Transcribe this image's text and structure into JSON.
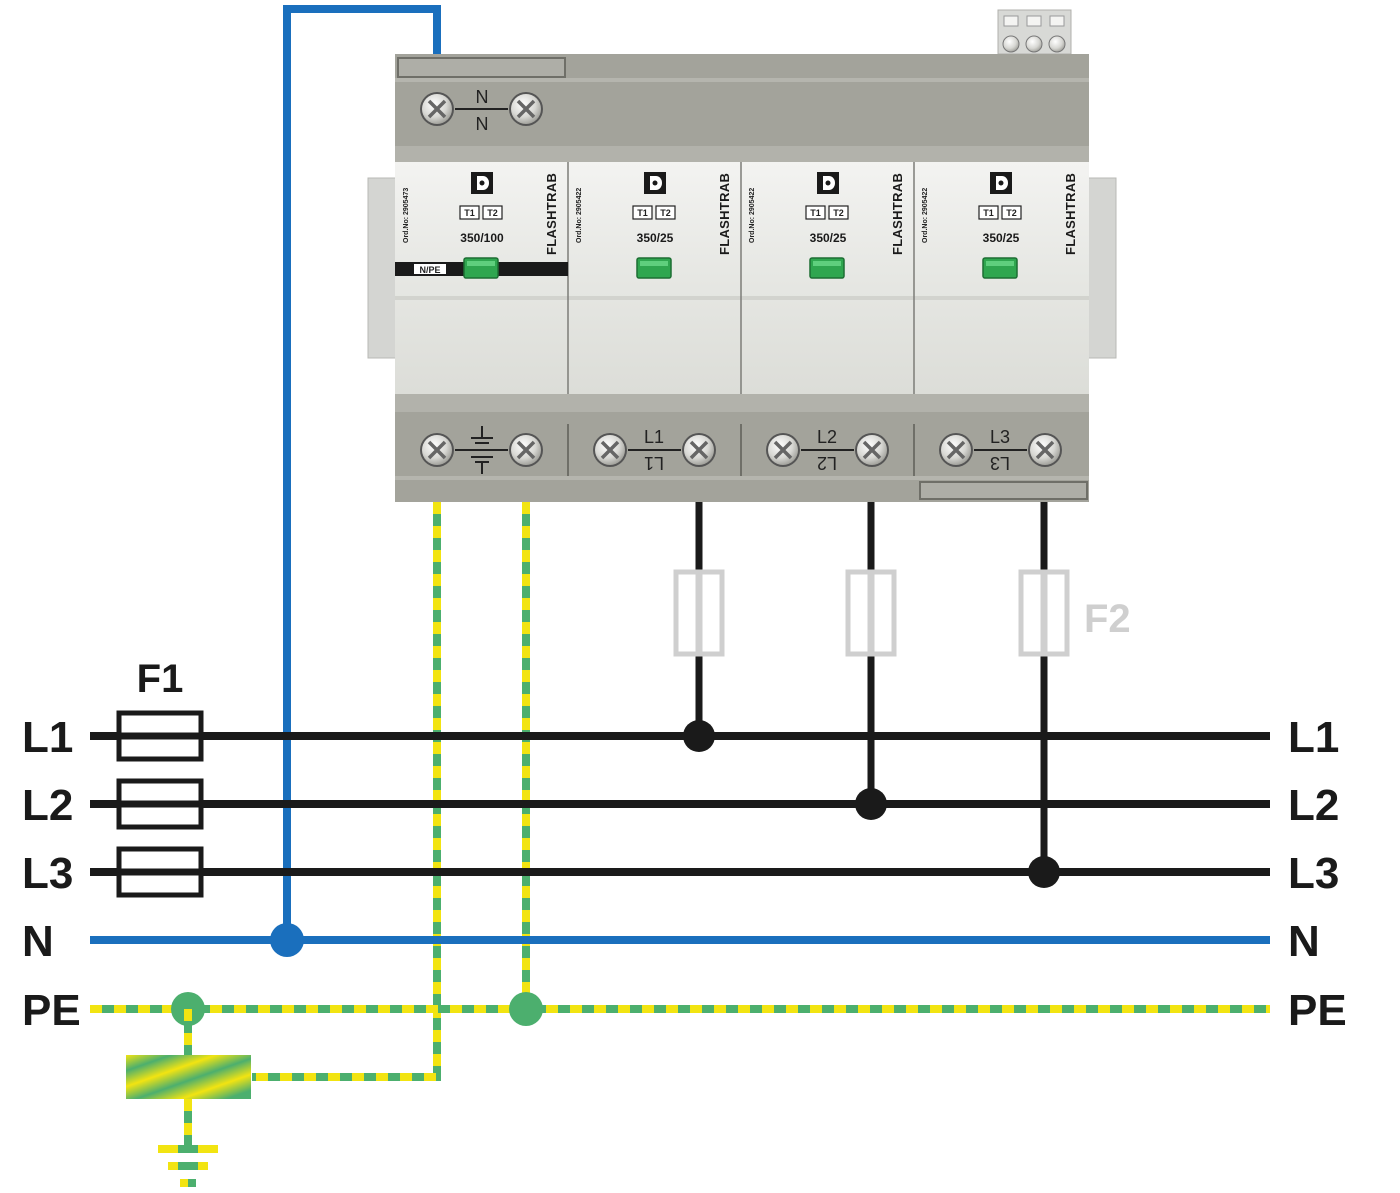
{
  "colors": {
    "phase": "#1a1a1a",
    "neutral": "#1a6fbd",
    "pe_green": "#4caf6e",
    "pe_yellow": "#f2e411",
    "housing": "#a3a39b",
    "module_face": "#e9eae6",
    "status_green": "#2fa64f",
    "fuse_f2": "#cfcfcf"
  },
  "bus_labels_left": [
    "L1",
    "L2",
    "L3",
    "N",
    "PE"
  ],
  "bus_labels_right": [
    "L1",
    "L2",
    "L3",
    "N",
    "PE"
  ],
  "fuse_f1_label": "F1",
  "fuse_f2_label": "F2",
  "device": {
    "top_terminal": {
      "upper": "N",
      "lower": "N"
    },
    "modules": [
      {
        "order_no": "Ord.No: 2905473",
        "rating": "350/100",
        "brand": "FLASHTRAB",
        "class_badges": [
          "T1",
          "T2"
        ],
        "strip_label": "N/PE"
      },
      {
        "order_no": "Ord.No: 2905422",
        "rating": "350/25",
        "brand": "FLASHTRAB",
        "class_badges": [
          "T1",
          "T2"
        ]
      },
      {
        "order_no": "Ord.No: 2905422",
        "rating": "350/25",
        "brand": "FLASHTRAB",
        "class_badges": [
          "T1",
          "T2"
        ]
      },
      {
        "order_no": "Ord.No: 2905422",
        "rating": "350/25",
        "brand": "FLASHTRAB",
        "class_badges": [
          "T1",
          "T2"
        ]
      }
    ],
    "bottom_terminals": [
      {
        "upper": "L1",
        "lower": "L1"
      },
      {
        "upper": "L2",
        "lower": "L2"
      },
      {
        "upper": "L3",
        "lower": "L3"
      }
    ]
  }
}
